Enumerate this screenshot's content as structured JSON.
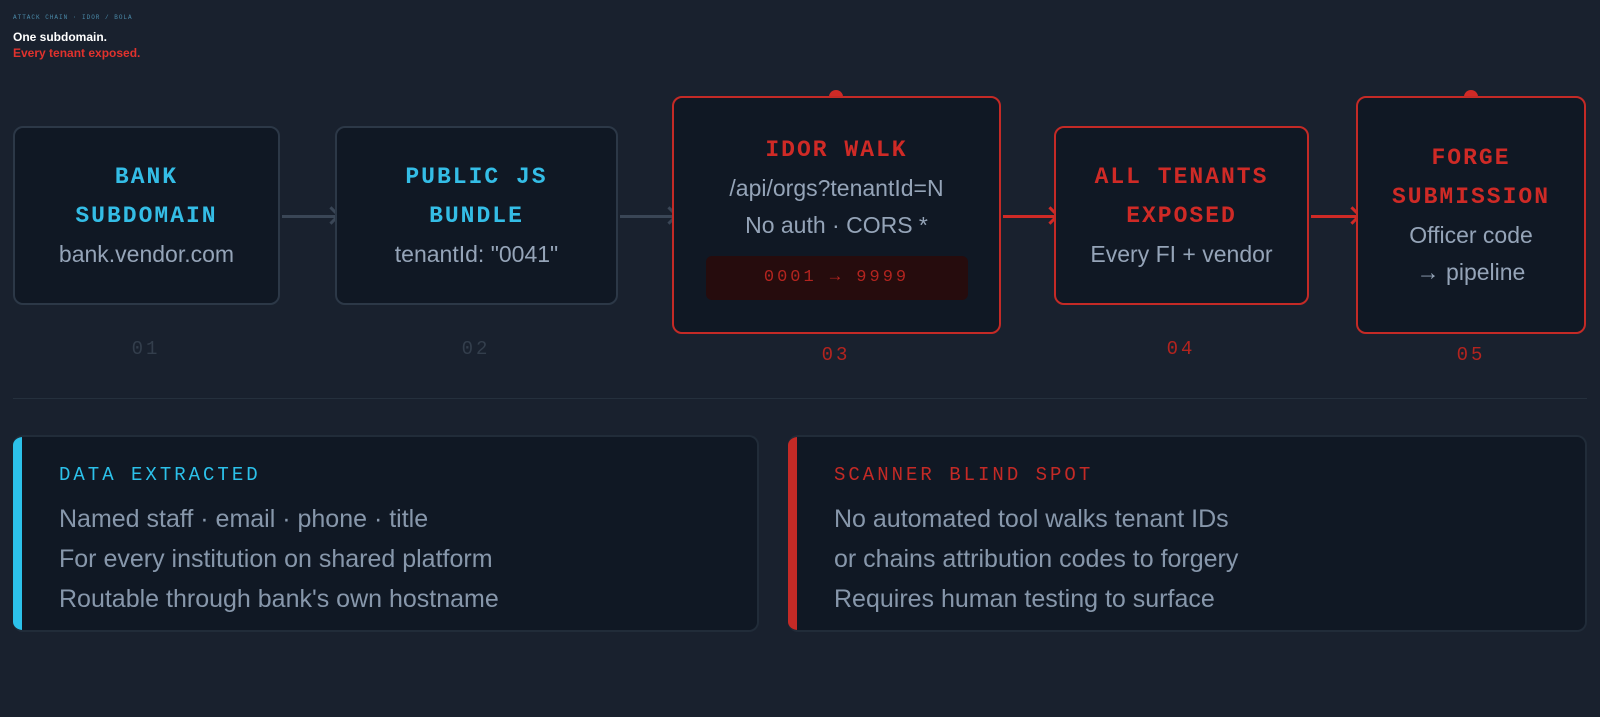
{
  "header": {
    "kicker": "ATTACK CHAIN · IDOR / BOLA",
    "title_line1": "One subdomain.",
    "title_line2": "Every tenant exposed."
  },
  "steps": [
    {
      "number": "01",
      "title_lines": [
        "BANK",
        "SUBDOMAIN"
      ],
      "subtitle_lines": [
        "bank.vendor.com"
      ],
      "state": "normal"
    },
    {
      "number": "02",
      "title_lines": [
        "PUBLIC JS",
        "BUNDLE"
      ],
      "subtitle_lines": [
        "tenantId: \"0041\""
      ],
      "state": "normal"
    },
    {
      "number": "03",
      "title_lines": [
        "IDOR WALK"
      ],
      "subtitle_lines": [
        "/api/orgs?tenantId=N",
        "No auth · CORS *"
      ],
      "range": "0001 → 9999",
      "state": "critical"
    },
    {
      "number": "04",
      "title_lines": [
        "ALL TENANTS",
        "EXPOSED"
      ],
      "subtitle_lines": [
        "Every FI + vendor"
      ],
      "state": "critical"
    },
    {
      "number": "05",
      "title_lines": [
        "FORGE",
        "SUBMISSION"
      ],
      "subtitle_lines": [
        "Officer code",
        "→ pipeline"
      ],
      "state": "critical"
    }
  ],
  "cards": [
    {
      "title": "DATA EXTRACTED",
      "accent": "#2cc1ea",
      "lines": [
        "Named staff · email · phone · title",
        "For every institution on shared platform",
        "Routable through bank's own hostname"
      ]
    },
    {
      "title": "SCANNER BLIND SPOT",
      "accent": "#c42a26",
      "lines": [
        "No automated tool walks tenant IDs",
        "or chains attribution codes to forgery",
        "Requires human testing to surface"
      ]
    }
  ],
  "colors": {
    "background": "#19212e",
    "safe_accent": "#34bde6",
    "critical_accent": "#cf2a26"
  }
}
